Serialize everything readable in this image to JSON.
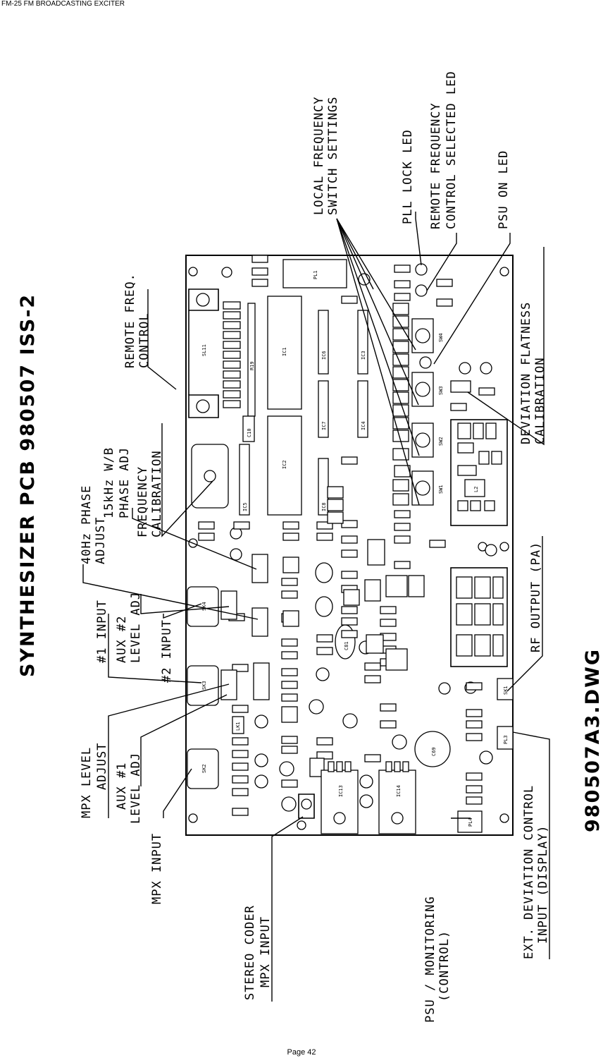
{
  "header": "FM-25  FM BROADCASTING EXCITER",
  "footer": "Page 42",
  "title": "SYNTHESIZER PCB 980507 ISS-2",
  "drawing_id": "980507A3.DWG",
  "callouts": {
    "mpx_level_1": "MPX LEVEL",
    "mpx_level_2": "ADJUST",
    "aux1_1": "AUX #1",
    "aux1_2": "LEVEL ADJ",
    "mpx_input": "MPX INPUT",
    "input1": "#1 INPUT",
    "aux2_1": "AUX #2",
    "aux2_2": "LEVEL ADJ",
    "input2": "#2 INPUT",
    "phase40_1": "40Hz PHASE",
    "phase40_2": "ADJUST",
    "phase15_1": "15kHz W/B",
    "phase15_2": "PHASE ADJ",
    "freqcal_1": "FREQUENCY",
    "freqcal_2": "CALIBRATION",
    "remote_1": "REMOTE FREQ.",
    "remote_2": "CONTROL",
    "local_1": "LOCAL FREQUENCY",
    "local_2": "SWITCH SETTINGS",
    "pll": "PLL LOCK LED",
    "remote_led_1": "REMOTE FREQUENCY",
    "remote_led_2": "CONTROL SELECTED LED",
    "psu_led": "PSU ON LED",
    "dev_flat_1": "DEVIATION FLATNESS",
    "dev_flat_2": "CALIBRATION",
    "rf_out": "RF OUTPUT (PA)",
    "ext_dev_1": "EXT. DEVIATION CONTROL",
    "ext_dev_2": "INPUT (DISPLAY)",
    "psu_mon_1": "PSU / MONITORING",
    "psu_mon_2": "(CONTROL)",
    "stereo_1": "STEREO CODER",
    "stereo_2": "MPX INPUT"
  },
  "board_labels": {
    "pl1": "PL1",
    "ic1": "IC1",
    "ic2": "IC2",
    "ic3": "IC3",
    "ic4": "IC4",
    "ic5": "IC5",
    "ic6": "IC6",
    "ic7": "IC7",
    "ic8": "IC8",
    "ic13": "IC13",
    "ic14": "IC14",
    "sk1": "SK1",
    "sk2": "SK2",
    "sk3": "SK3",
    "sk4": "SK4",
    "sw1": "SW1",
    "sw2": "SW2",
    "sw3": "SW3",
    "sw4": "SW4",
    "sl11": "SL11",
    "pl3": "PL3",
    "pl4": "PL4",
    "lk1": "LK1",
    "r19": "R19",
    "c10": "C10",
    "c81": "C81",
    "c69": "C69",
    "l2": "L2"
  }
}
